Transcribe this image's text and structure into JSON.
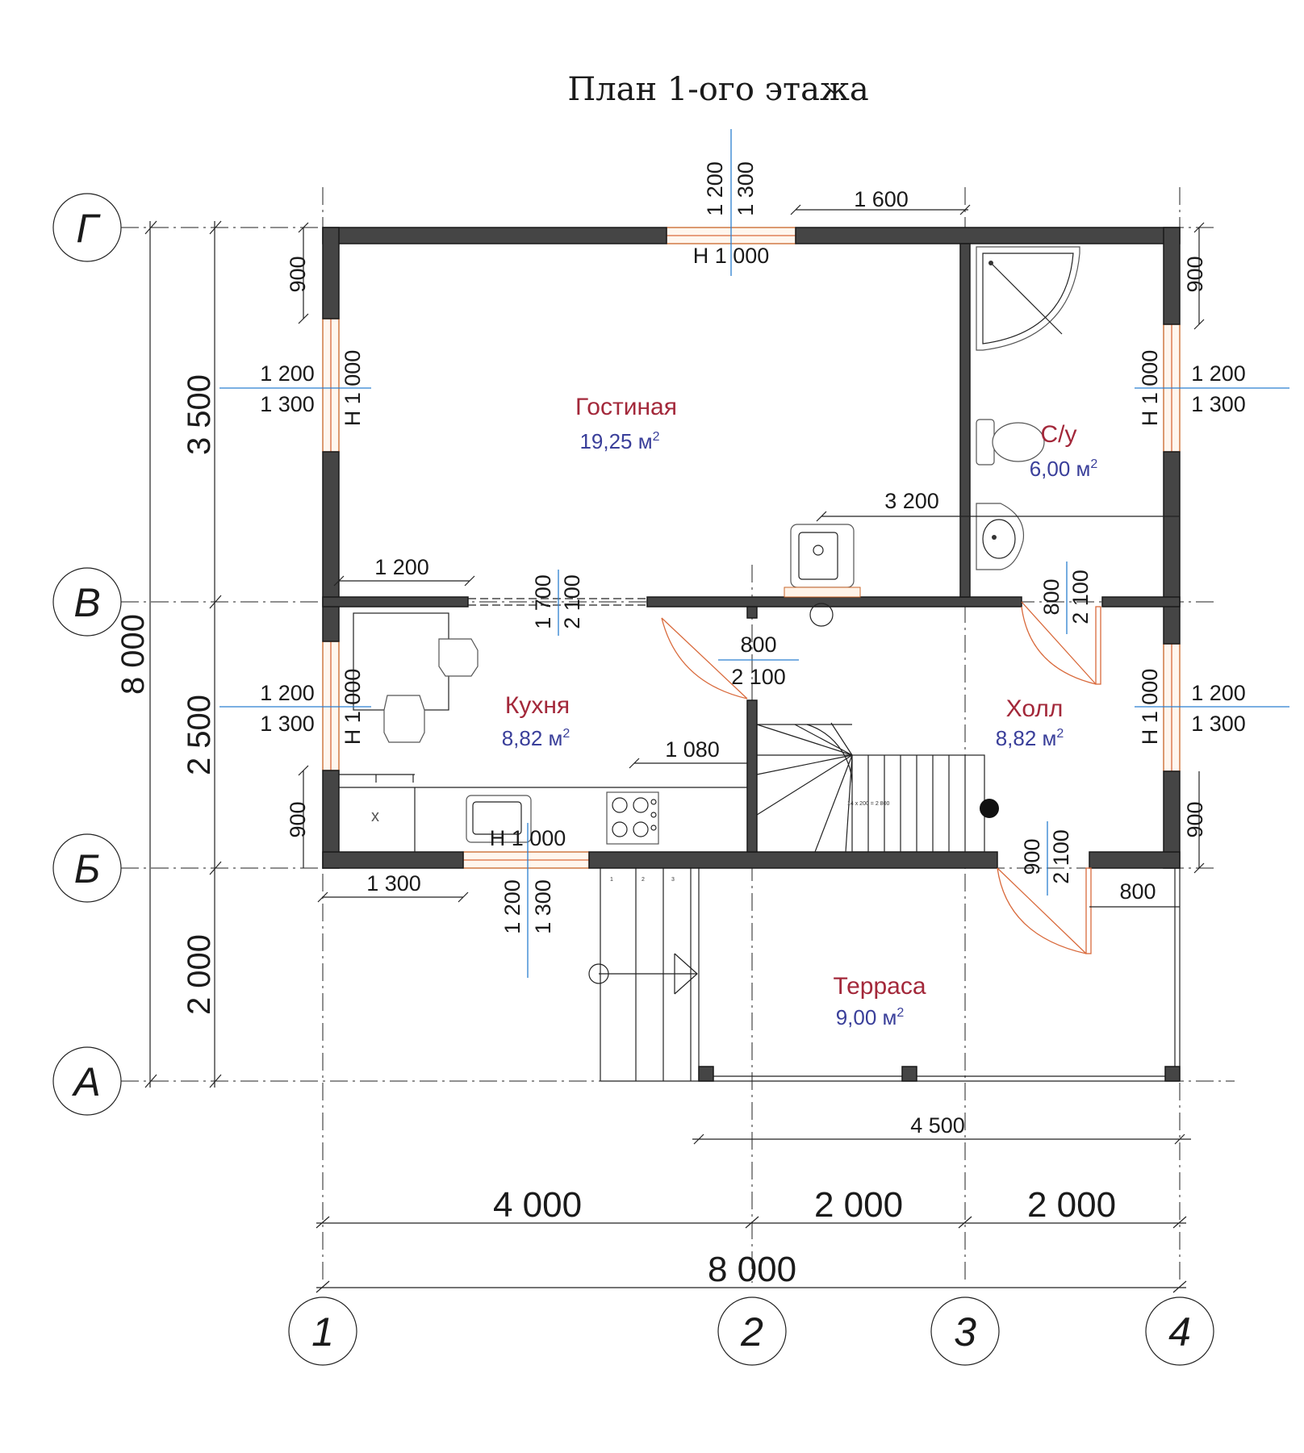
{
  "title": "План 1-ого этажа",
  "axes_vertical": [
    "1",
    "2",
    "3",
    "4"
  ],
  "axes_horizontal": [
    "Г",
    "В",
    "Б",
    "А"
  ],
  "rooms": [
    {
      "name": "Гостиная",
      "area": "19,25 м",
      "sup": "2"
    },
    {
      "name": "С/у",
      "area": "6,00 м",
      "sup": "2"
    },
    {
      "name": "Кухня",
      "area": "8,82 м",
      "sup": "2"
    },
    {
      "name": "Холл",
      "area": "8,82 м",
      "sup": "2"
    },
    {
      "name": "Терраса",
      "area": "9,00 м",
      "sup": "2"
    }
  ],
  "dims": {
    "bottom_4000": "4 000",
    "bottom_2000a": "2 000",
    "bottom_2000b": "2 000",
    "bottom_total": "8 000",
    "left_3500": "3 500",
    "left_2500": "2 500",
    "left_2000": "2 000",
    "left_total": "8 000",
    "top_1600": "1 600",
    "terrace_4500": "4 500",
    "stair_3200": "3 200",
    "wall_1200": "1 200",
    "kitchen_1080": "1 080",
    "bottom_1300": "1 300",
    "terrace_800": "800",
    "left_900_top": "900",
    "left_900_bot": "900",
    "right_900_top": "900",
    "right_900_bot": "900"
  },
  "windows": {
    "top_w": "1 200",
    "top_h": "1 300",
    "top_sill": "H  1 000",
    "left1_w": "1 200",
    "left1_h": "1 300",
    "left1_sill": "H  1 000",
    "left2_w": "1 200",
    "left2_h": "1 300",
    "left2_sill": "H  1 000",
    "right1_w": "1 200",
    "right1_h": "1 300",
    "right1_sill": "H  1 000",
    "right2_w": "1 200",
    "right2_h": "1 300",
    "right2_sill": "H  1 000",
    "bottom_w": "1 200",
    "bottom_h": "1 300",
    "bottom_sill": "H  1 000"
  },
  "doors": {
    "opening_w": "1 700",
    "opening_h": "2 100",
    "kitchen_w": "800",
    "kitchen_h": "2 100",
    "wc_w": "800",
    "wc_h": "2 100",
    "entry_w": "900",
    "entry_h": "2 100"
  },
  "stair_note": "14 x 200 = 2 800",
  "stair_steps": [
    "1",
    "2",
    "3"
  ],
  "kitchen_sink_mark": "x"
}
